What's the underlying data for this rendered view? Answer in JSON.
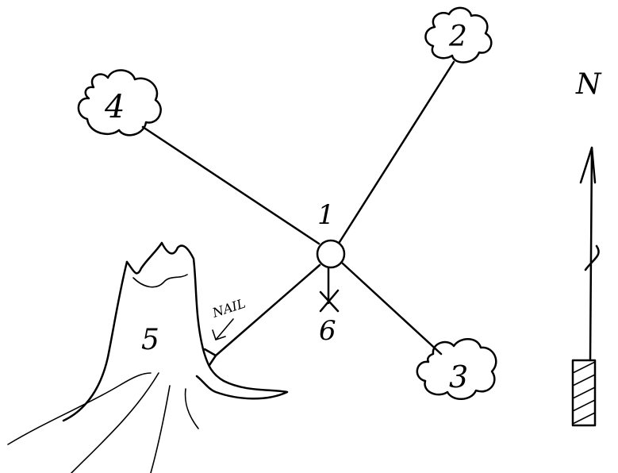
{
  "diagram": {
    "center": {
      "label": "1"
    },
    "nodes": [
      {
        "id": "2",
        "label": "2",
        "kind": "tree-crown"
      },
      {
        "id": "3",
        "label": "3",
        "kind": "tree-crown"
      },
      {
        "id": "4",
        "label": "4",
        "kind": "tree-crown"
      },
      {
        "id": "5",
        "label": "5",
        "kind": "stump"
      },
      {
        "id": "6",
        "label": "6",
        "kind": "marker"
      }
    ],
    "annotations": {
      "nail": "NAIL"
    },
    "north_arrow": {
      "label": "N"
    }
  }
}
